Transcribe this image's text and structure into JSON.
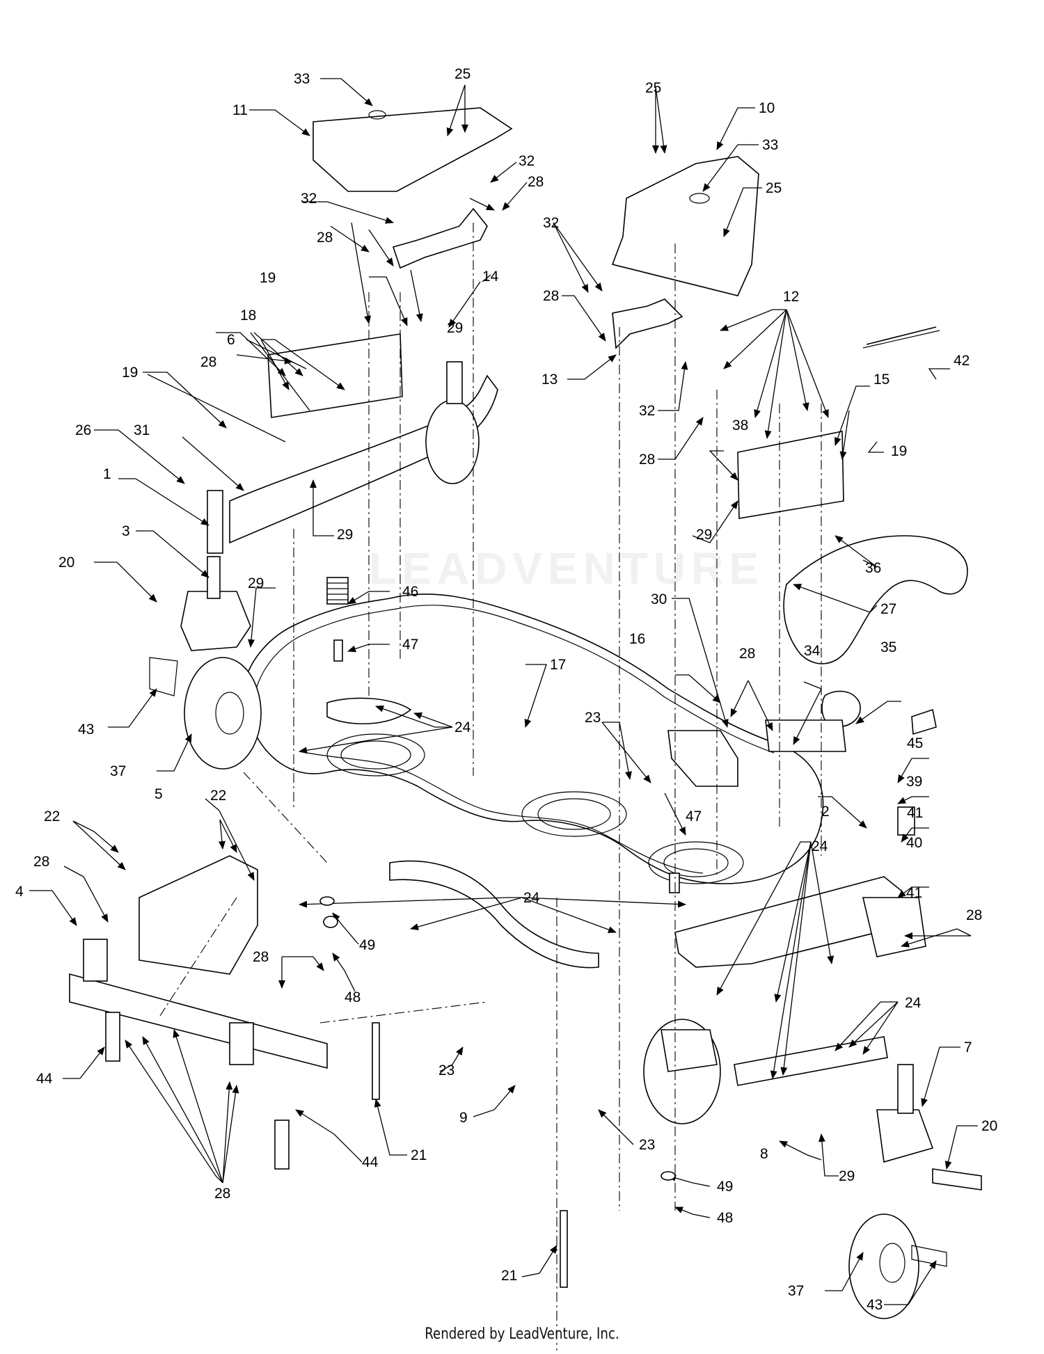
{
  "footer": {
    "text": "Rendered by LeadVenture, Inc."
  },
  "watermark": {
    "text": "LEADVENTURE"
  },
  "labels": [
    {
      "id": "l1",
      "text": "33"
    },
    {
      "id": "l2",
      "text": "25"
    },
    {
      "id": "l3",
      "text": "11"
    },
    {
      "id": "l4",
      "text": "32"
    },
    {
      "id": "l5",
      "text": "28"
    },
    {
      "id": "l6",
      "text": "32"
    },
    {
      "id": "l7",
      "text": "28"
    },
    {
      "id": "l8",
      "text": "14"
    },
    {
      "id": "l9",
      "text": "19"
    },
    {
      "id": "l10",
      "text": "18"
    },
    {
      "id": "l11",
      "text": "6"
    },
    {
      "id": "l12",
      "text": "29"
    },
    {
      "id": "l13",
      "text": "19"
    },
    {
      "id": "l14",
      "text": "28"
    },
    {
      "id": "l15",
      "text": "26"
    },
    {
      "id": "l16",
      "text": "31"
    },
    {
      "id": "l17",
      "text": "1"
    },
    {
      "id": "l18",
      "text": "29"
    },
    {
      "id": "l19",
      "text": "3"
    },
    {
      "id": "l20",
      "text": "20"
    },
    {
      "id": "l21",
      "text": "29"
    },
    {
      "id": "l22",
      "text": "43"
    },
    {
      "id": "l23",
      "text": "37"
    },
    {
      "id": "l24",
      "text": "46"
    },
    {
      "id": "l25",
      "text": "47"
    },
    {
      "id": "l26",
      "text": "17"
    },
    {
      "id": "l27",
      "text": "24"
    },
    {
      "id": "l28",
      "text": "25"
    },
    {
      "id": "l29",
      "text": "10"
    },
    {
      "id": "l30",
      "text": "33"
    },
    {
      "id": "l31",
      "text": "25"
    },
    {
      "id": "l32",
      "text": "32"
    },
    {
      "id": "l33",
      "text": "28"
    },
    {
      "id": "l34",
      "text": "13"
    },
    {
      "id": "l35",
      "text": "32"
    },
    {
      "id": "l36",
      "text": "28"
    },
    {
      "id": "l37",
      "text": "12"
    },
    {
      "id": "l38",
      "text": "15"
    },
    {
      "id": "l39",
      "text": "38"
    },
    {
      "id": "l40",
      "text": "42"
    },
    {
      "id": "l41",
      "text": "19"
    },
    {
      "id": "l42",
      "text": "29"
    },
    {
      "id": "l43",
      "text": "36"
    },
    {
      "id": "l44",
      "text": "35"
    },
    {
      "id": "l45",
      "text": "30"
    },
    {
      "id": "l46",
      "text": "16"
    },
    {
      "id": "l47",
      "text": "28"
    },
    {
      "id": "l48",
      "text": "34"
    },
    {
      "id": "l49",
      "text": "27"
    },
    {
      "id": "l50",
      "text": "23"
    },
    {
      "id": "l51",
      "text": "45"
    },
    {
      "id": "l52",
      "text": "39"
    },
    {
      "id": "l53",
      "text": "2"
    },
    {
      "id": "l54",
      "text": "41"
    },
    {
      "id": "l55",
      "text": "40"
    },
    {
      "id": "l56",
      "text": "47"
    },
    {
      "id": "l57",
      "text": "24"
    },
    {
      "id": "l58",
      "text": "41"
    },
    {
      "id": "l59",
      "text": "28"
    },
    {
      "id": "l60",
      "text": "24"
    },
    {
      "id": "l61",
      "text": "7"
    },
    {
      "id": "l62",
      "text": "20"
    },
    {
      "id": "l63",
      "text": "29"
    },
    {
      "id": "l64",
      "text": "8"
    },
    {
      "id": "l65",
      "text": "37"
    },
    {
      "id": "l66",
      "text": "43"
    },
    {
      "id": "l67",
      "text": "5"
    },
    {
      "id": "l68",
      "text": "22"
    },
    {
      "id": "l69",
      "text": "22"
    },
    {
      "id": "l70",
      "text": "28"
    },
    {
      "id": "l71",
      "text": "4"
    },
    {
      "id": "l72",
      "text": "24"
    },
    {
      "id": "l73",
      "text": "49"
    },
    {
      "id": "l74",
      "text": "48"
    },
    {
      "id": "l75",
      "text": "28"
    },
    {
      "id": "l76",
      "text": "44"
    },
    {
      "id": "l77",
      "text": "28"
    },
    {
      "id": "l78",
      "text": "44"
    },
    {
      "id": "l79",
      "text": "21"
    },
    {
      "id": "l80",
      "text": "23"
    },
    {
      "id": "l81",
      "text": "9"
    },
    {
      "id": "l82",
      "text": "23"
    },
    {
      "id": "l83",
      "text": "49"
    },
    {
      "id": "l84",
      "text": "48"
    },
    {
      "id": "l85",
      "text": "21"
    }
  ]
}
